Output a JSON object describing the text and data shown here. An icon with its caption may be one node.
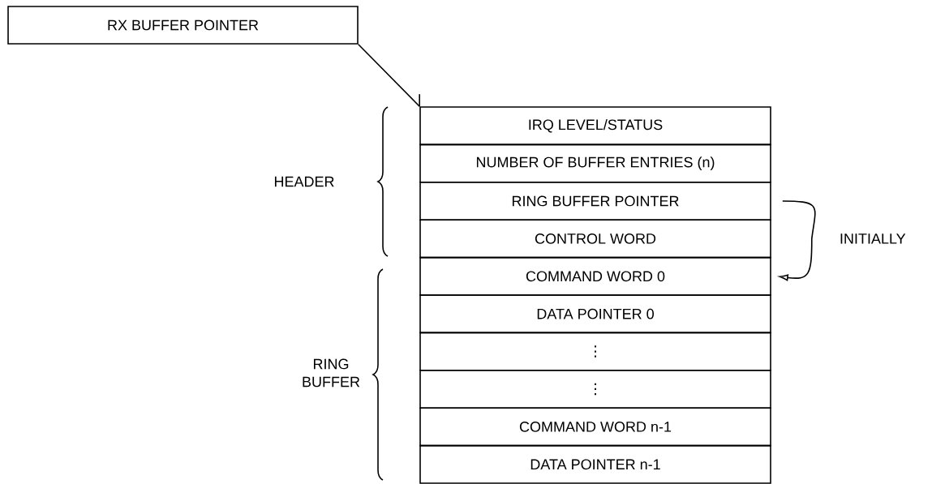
{
  "diagram": {
    "nodes": [
      {
        "text": [
          "RX BUFFER POINTER"
        ]
      },
      {
        "text": [
          "IRQ LEVEL/STATUS"
        ]
      },
      {
        "text": [
          "NUMBER OF BUFFER ENTRIES (n)"
        ]
      },
      {
        "text": [
          "RING BUFFER POINTER"
        ]
      },
      {
        "text": [
          "CONTROL WORD"
        ]
      },
      {
        "text": [
          "COMMAND WORD 0"
        ]
      },
      {
        "text": [
          "DATA POINTER 0"
        ]
      },
      {
        "text": [
          "⋮"
        ]
      },
      {
        "text": [
          "⋮"
        ]
      },
      {
        "text": [
          "COMMAND WORD n-1"
        ]
      },
      {
        "text": [
          "DATA POINTER n-1"
        ]
      }
    ],
    "edges": [
      {
        "from": 0,
        "to": 1,
        "arrow": "none"
      },
      {
        "from": 3,
        "to": 5,
        "arrow": "to",
        "label": "INITIALLY"
      }
    ],
    "labels": [
      "HEADER",
      "RING BUFFER"
    ]
  }
}
